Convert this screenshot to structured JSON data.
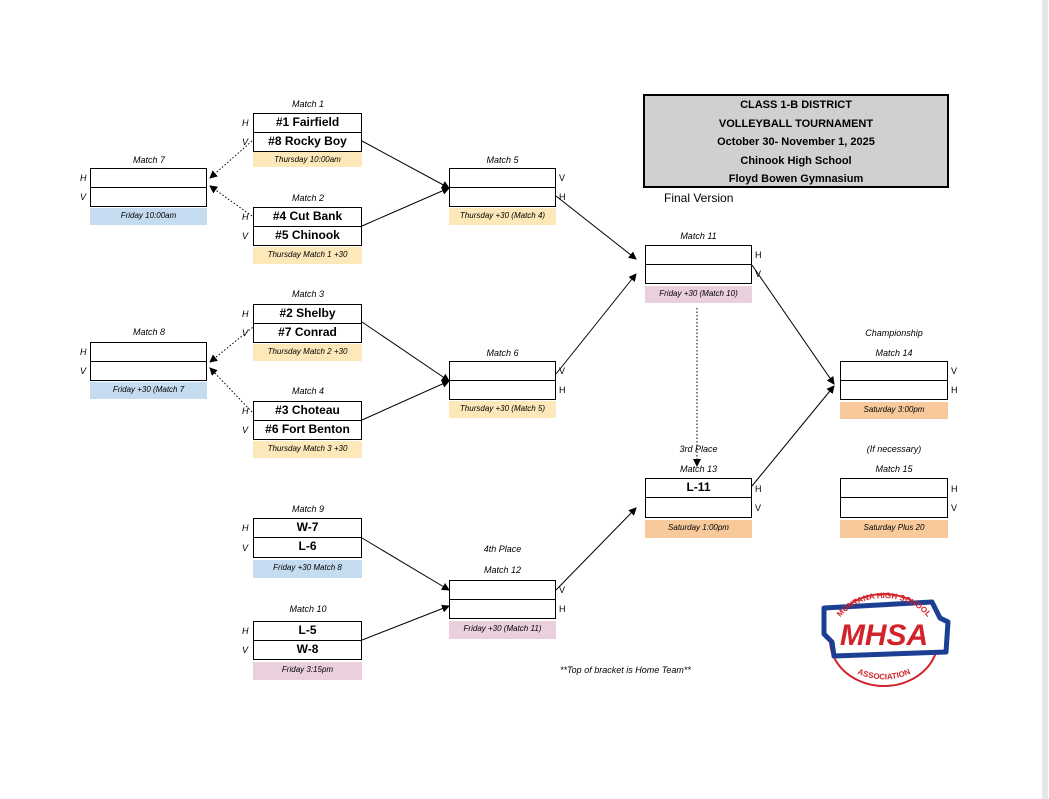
{
  "title": {
    "line1": "CLASS 1-B DISTRICT",
    "line2": "VOLLEYBALL TOURNAMENT",
    "line3": "October 30- November 1, 2025",
    "line4": "Chinook High School",
    "line5": "Floyd Bowen Gymnasium"
  },
  "final_version": "Final Version",
  "footnote": "**Top of bracket is Home Team**",
  "labels": {
    "home": "H",
    "visitor": "V"
  },
  "matches": {
    "m1": {
      "label": "Match 1",
      "top": "#1 Fairfield",
      "bottom": "#8 Rocky Boy",
      "schedule": "Thursday 10:00am"
    },
    "m2": {
      "label": "Match  2",
      "top": "#4 Cut Bank",
      "bottom": "#5 Chinook",
      "schedule": "Thursday   Match 1 +30"
    },
    "m3": {
      "label": "Match 3",
      "top": "#2 Shelby",
      "bottom": "#7 Conrad",
      "schedule": "Thursday Match 2 +30"
    },
    "m4": {
      "label": "Match 4",
      "top": "#3 Choteau",
      "bottom": "#6 Fort Benton",
      "schedule": "Thursday Match 3 +30"
    },
    "m5": {
      "label": "Match 5",
      "top": "",
      "bottom": "",
      "schedule": "Thursday  +30 (Match 4)"
    },
    "m6": {
      "label": "Match 6",
      "top": "",
      "bottom": "",
      "schedule": "Thursday +30 (Match 5)"
    },
    "m7": {
      "label": "Match 7",
      "top": "",
      "bottom": "",
      "schedule": "Friday 10:00am"
    },
    "m8": {
      "label": "Match 8",
      "top": "",
      "bottom": "",
      "schedule": "Friday  +30 (Match 7"
    },
    "m9": {
      "label": "Match  9",
      "top": "W-7",
      "bottom": "L-6",
      "schedule": "Friday  +30 Match 8"
    },
    "m10": {
      "label": "Match  10",
      "top": "L-5",
      "bottom": "W-8",
      "schedule": "Friday 3:15pm"
    },
    "m11": {
      "label": "Match  11",
      "top": "",
      "bottom": "",
      "schedule": "Friday  +30 (Match 10)"
    },
    "m12": {
      "heading": "4th Place",
      "label": "Match  12",
      "top": "",
      "bottom": "",
      "schedule": "Friday  +30 (Match 11)"
    },
    "m13": {
      "heading": "3rd Place",
      "label": "Match  13",
      "top": "L-11",
      "bottom": "",
      "schedule": "Saturday 1:00pm"
    },
    "m14": {
      "heading": "Championship",
      "label": "Match  14",
      "top": "",
      "bottom": "",
      "schedule": "Saturday 3:00pm"
    },
    "m15": {
      "heading": "(If necessary)",
      "label": "Match  15",
      "top": "",
      "bottom": "",
      "schedule": "Saturday Plus 20"
    }
  },
  "logo": {
    "text": "MHSA",
    "arc_top": "MONTANA HIGH SCHOOL",
    "arc_bottom": "ASSOCIATION",
    "red": "#d2232a",
    "blue": "#1c3f94"
  },
  "colors": {
    "yellow": "#fce8b9",
    "blue": "#c5dcf0",
    "pink": "#ead0dc",
    "orange": "#f7c99b",
    "gray": "#d0d0d0"
  }
}
